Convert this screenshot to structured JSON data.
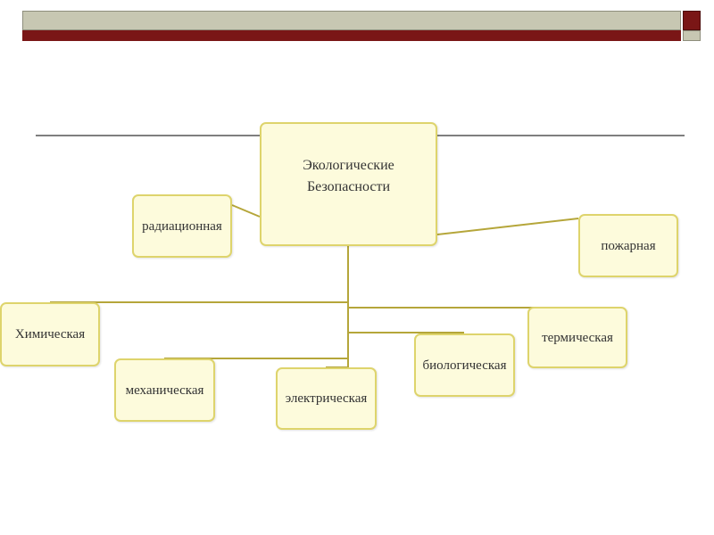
{
  "nodes": {
    "main": "Экологические Безопасности",
    "radiation": "радиационная",
    "fire": "пожарная",
    "chemical": "Химическая",
    "thermal": "термическая",
    "biological": "биологическая",
    "mechanical": "механическая",
    "electrical": "электрическая"
  },
  "colors": {
    "node_fill": "#fdfbdc",
    "node_border": "#ded46c",
    "connector": "#b5a63a",
    "header_dark": "#7a1616",
    "header_light": "#c7c7b2"
  }
}
